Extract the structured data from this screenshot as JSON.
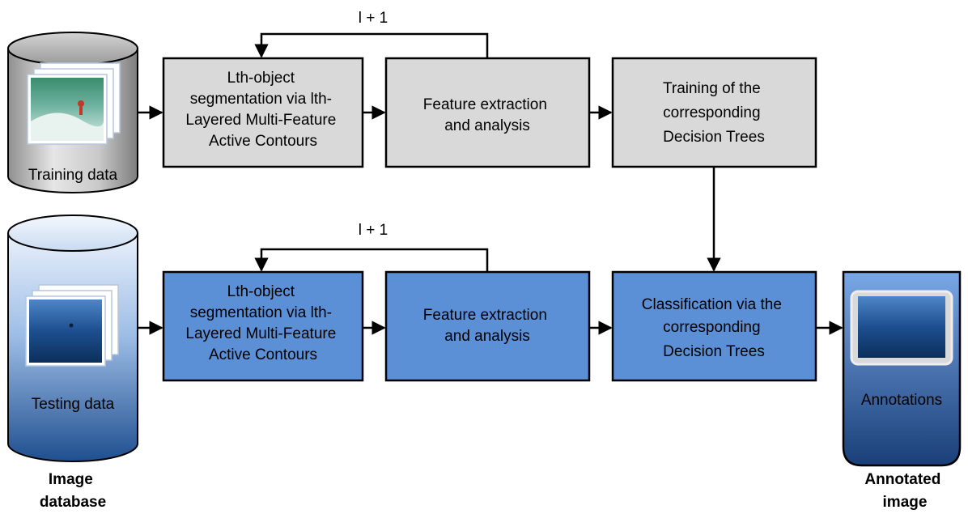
{
  "rows": {
    "training": {
      "input_label": "Training data",
      "steps": [
        {
          "label": [
            "Lth-object",
            "segmentation via lth-",
            "Layered Multi-Feature",
            "Active Contours"
          ]
        },
        {
          "label": [
            "Feature extraction",
            "and analysis"
          ]
        },
        {
          "label": [
            "Training of the",
            "corresponding",
            "Decision Trees"
          ]
        }
      ],
      "loop_label": "l + 1"
    },
    "testing": {
      "input_label": "Testing data",
      "steps": [
        {
          "label": [
            "Lth-object",
            "segmentation via lth-",
            "Layered Multi-Feature",
            "Active Contours"
          ]
        },
        {
          "label": [
            "Feature extraction",
            "and analysis"
          ]
        },
        {
          "label": [
            "Classification via the",
            "corresponding",
            "Decision Trees"
          ]
        }
      ],
      "loop_label": "l + 1",
      "output_label": "Annotations"
    }
  },
  "captions": {
    "left": [
      "Image",
      "database"
    ],
    "right": [
      "Annotated",
      "image"
    ]
  },
  "colors": {
    "training_fill": "#d9d9d9",
    "testing_fill": "#5b8fd6",
    "stroke": "#000000"
  }
}
